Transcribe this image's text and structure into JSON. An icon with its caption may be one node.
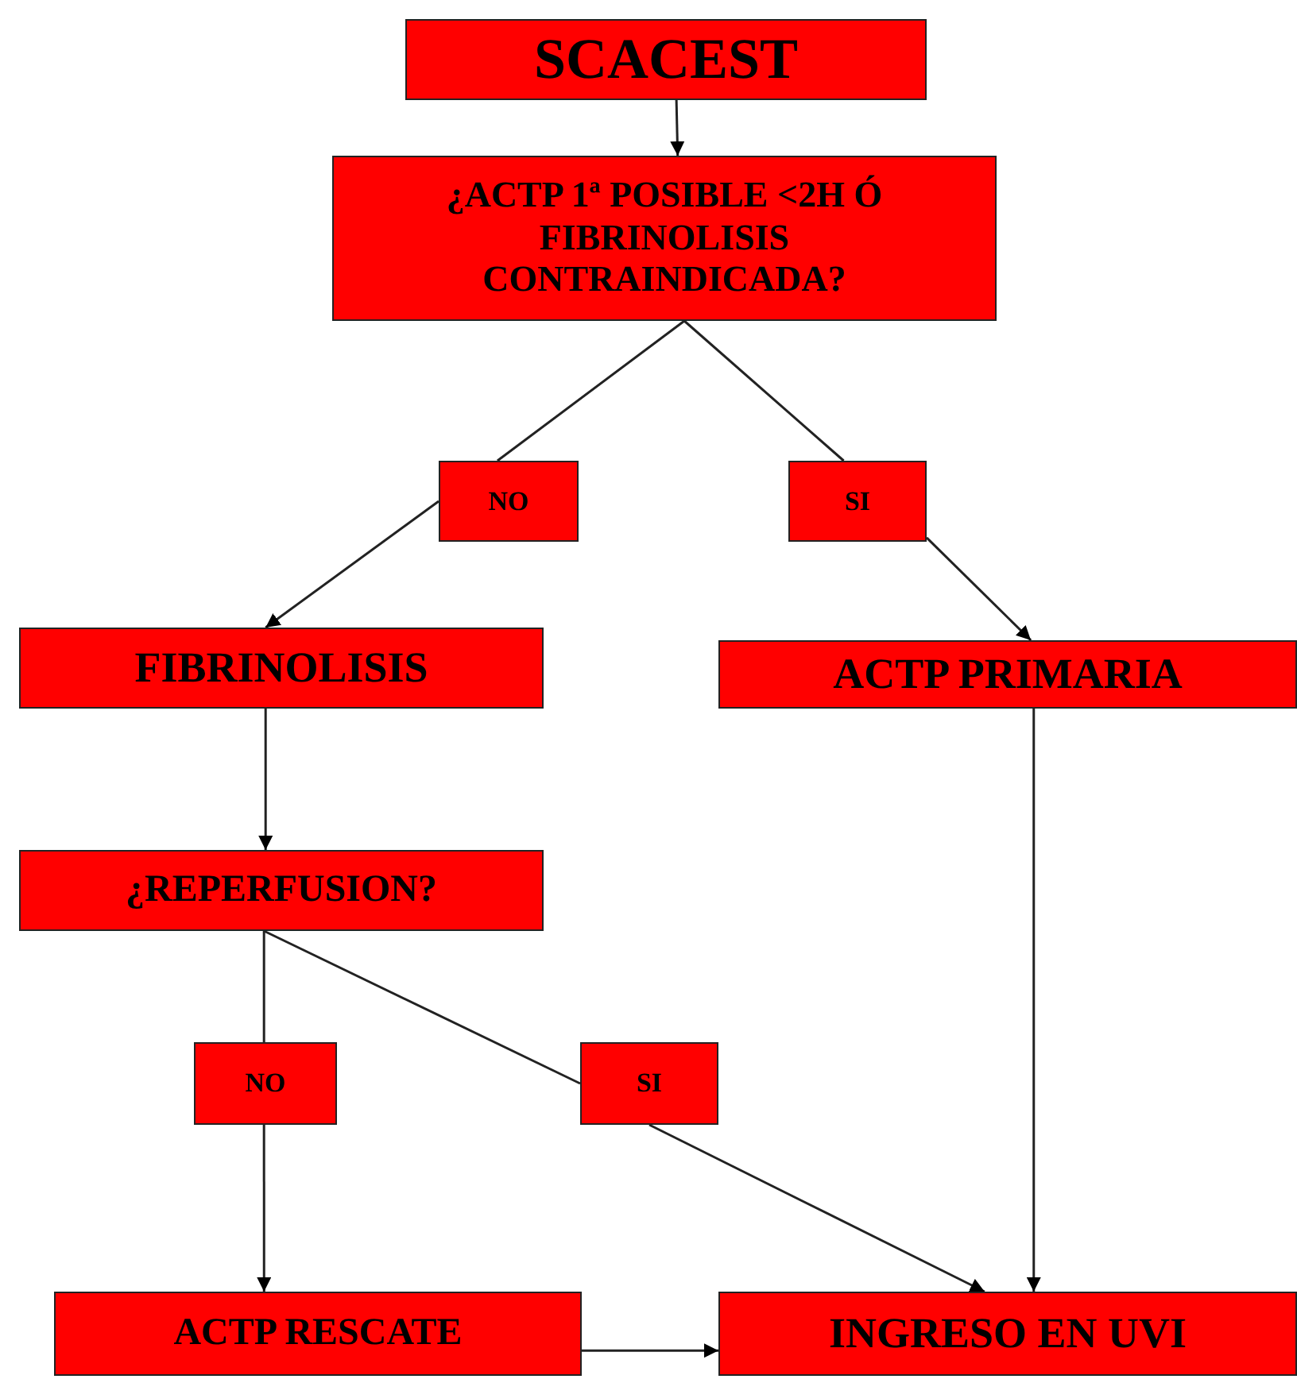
{
  "diagram": {
    "nodes": [
      {
        "text": [
          "SCACEST"
        ]
      },
      {
        "text": [
          "¿ACTP 1ª POSIBLE <2H Ó FIBRINOLISIS CONTRAINDICADA?"
        ]
      },
      {
        "text": [
          "NO"
        ]
      },
      {
        "text": [
          "SI"
        ]
      },
      {
        "text": [
          "FIBRINOLISIS"
        ]
      },
      {
        "text": [
          "ACTP PRIMARIA"
        ]
      },
      {
        "text": [
          "¿REPERFUSION?"
        ]
      },
      {
        "text": [
          "NO"
        ]
      },
      {
        "text": [
          "SI"
        ]
      },
      {
        "text": [
          "ACTP RESCATE"
        ]
      },
      {
        "text": [
          "INGRESO EN UVI"
        ]
      }
    ],
    "edges": [
      {
        "from": 0,
        "to": 1,
        "arrow": "to"
      },
      {
        "from": 1,
        "to": 2,
        "arrow": "none"
      },
      {
        "from": 2,
        "to": 4,
        "arrow": "to"
      },
      {
        "from": 1,
        "to": 3,
        "arrow": "none"
      },
      {
        "from": 3,
        "to": 5,
        "arrow": "to"
      },
      {
        "from": 4,
        "to": 6,
        "arrow": "to"
      },
      {
        "from": 6,
        "to": 7,
        "arrow": "none"
      },
      {
        "from": 7,
        "to": 9,
        "arrow": "to"
      },
      {
        "from": 6,
        "to": 8,
        "arrow": "none"
      },
      {
        "from": 8,
        "to": 10,
        "arrow": "to"
      },
      {
        "from": 5,
        "to": 10,
        "arrow": "to"
      },
      {
        "from": 9,
        "to": 10,
        "arrow": "to"
      }
    ]
  }
}
